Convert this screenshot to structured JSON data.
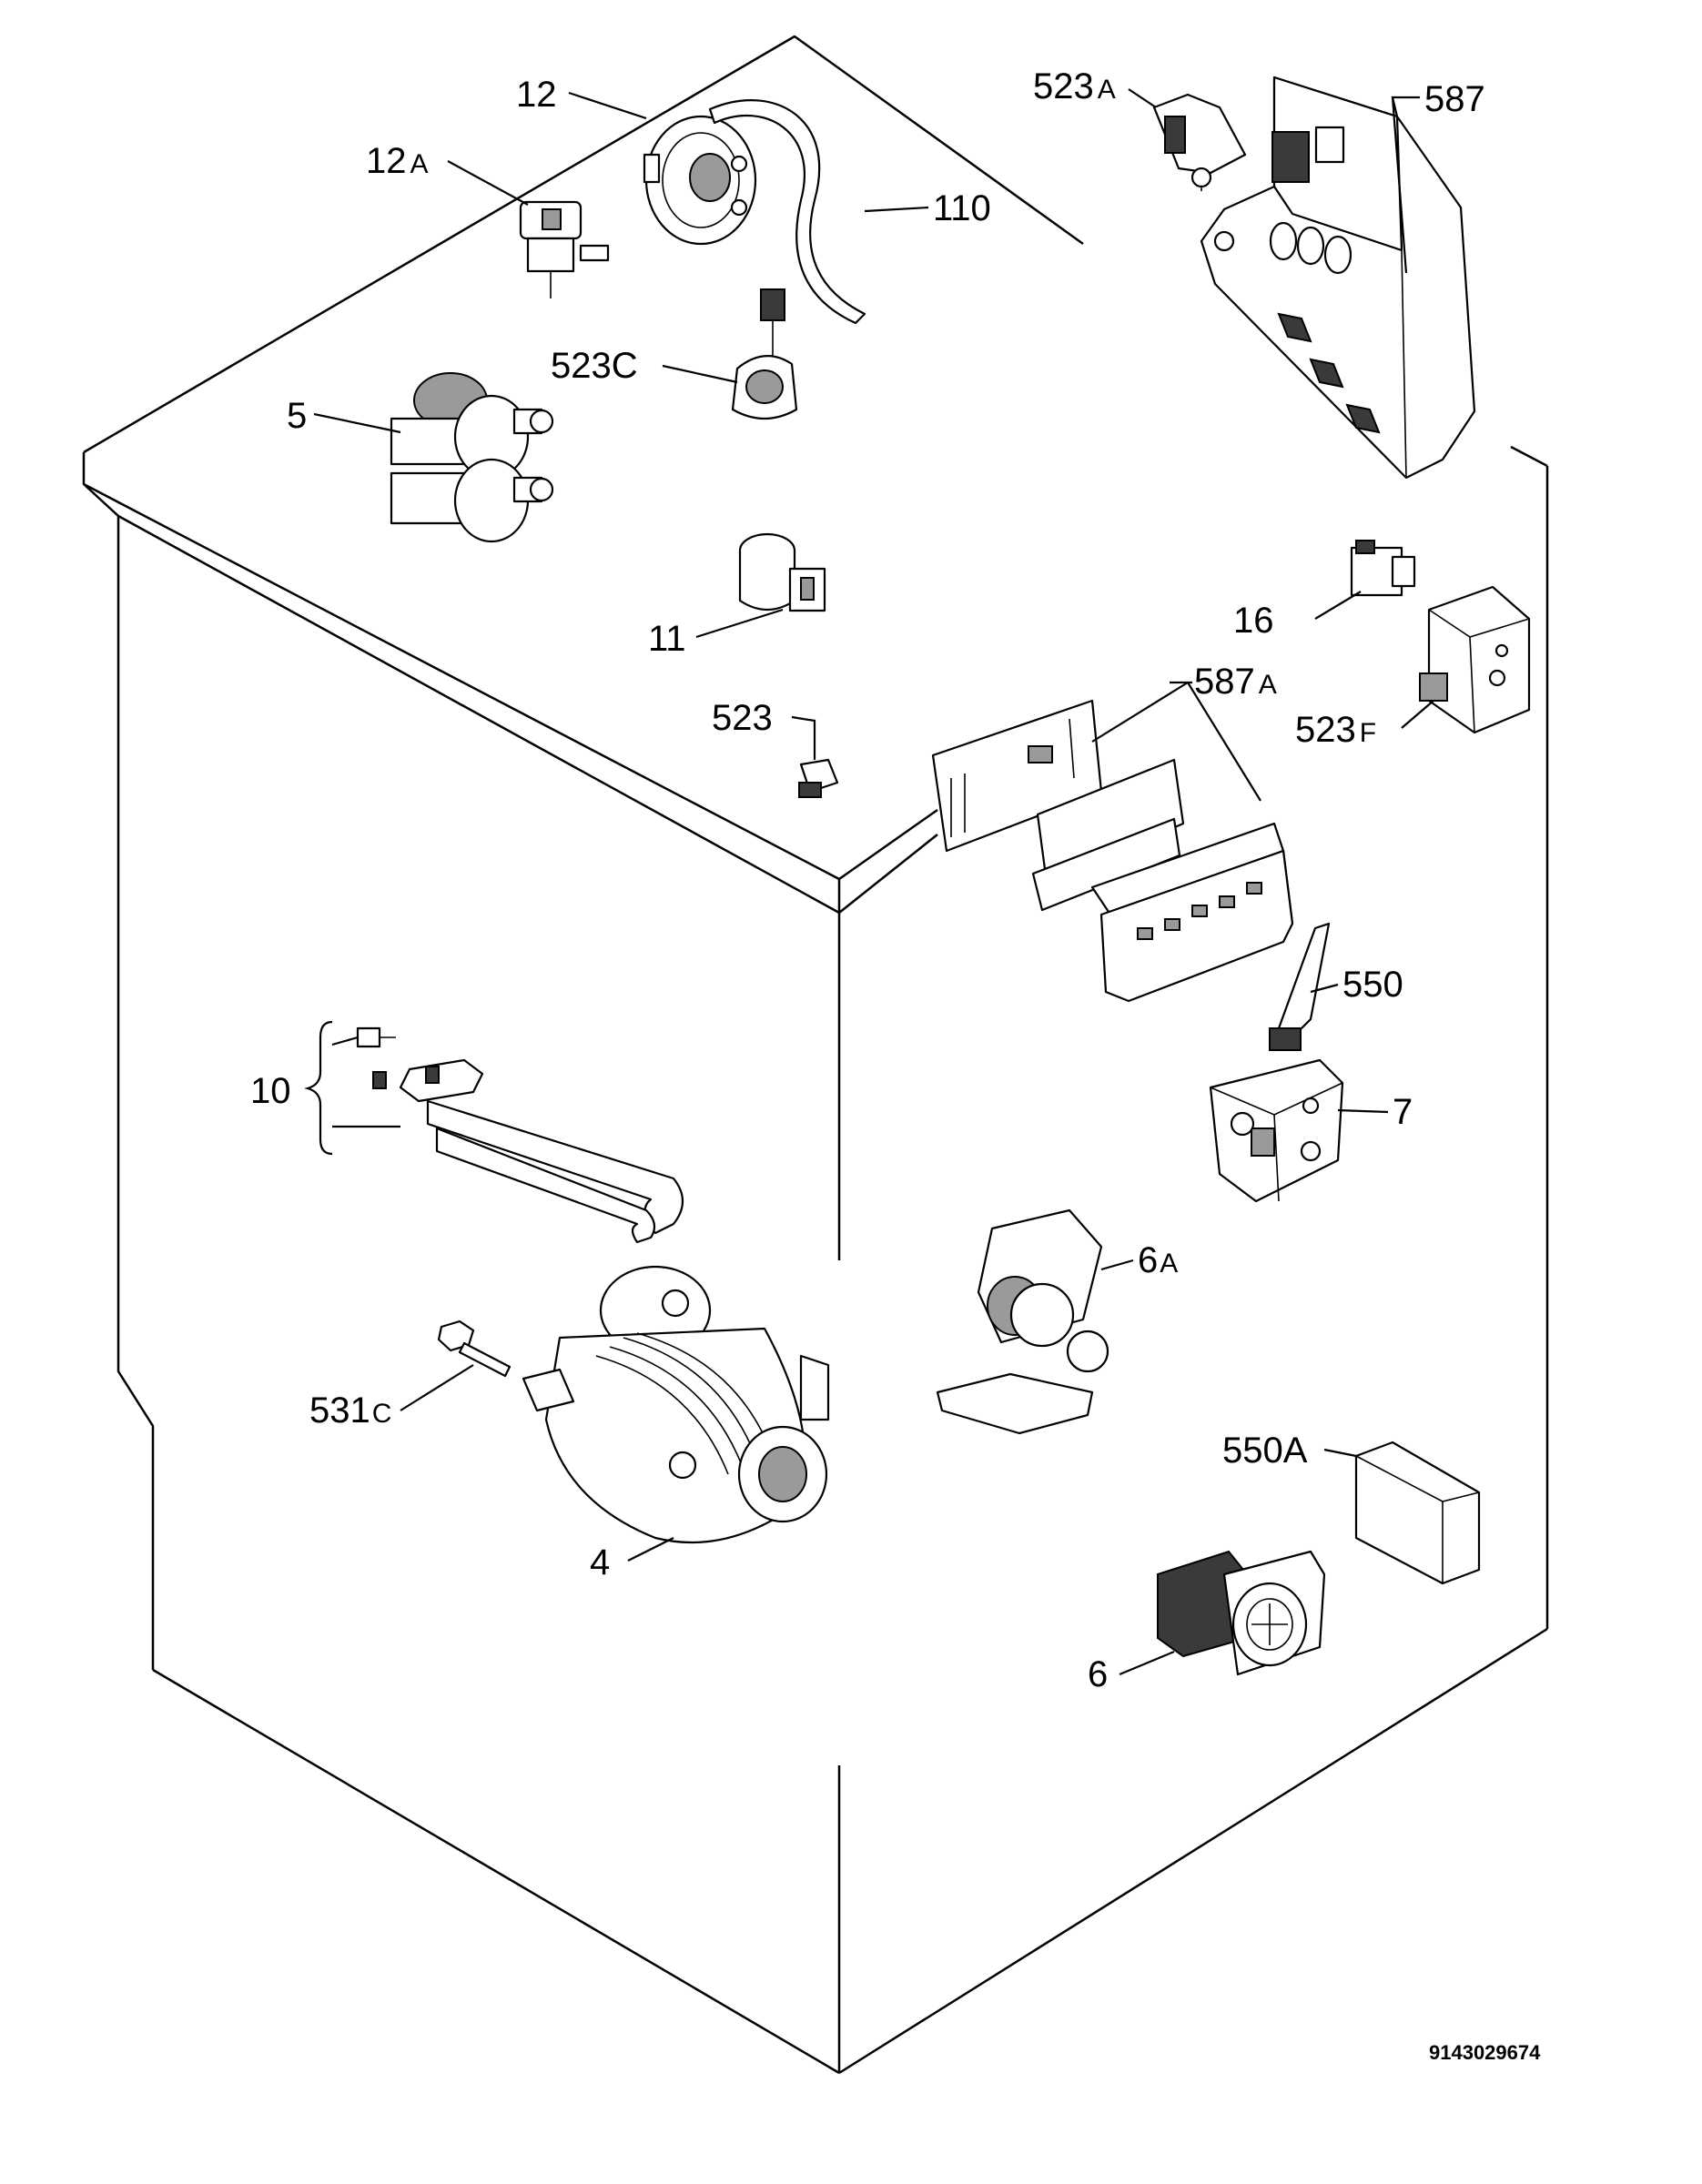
{
  "callouts": [
    {
      "num": "12",
      "suffix": ""
    },
    {
      "num": "12",
      "suffix": "A"
    },
    {
      "num": "110",
      "suffix": ""
    },
    {
      "num": "523",
      "suffix": "A"
    },
    {
      "num": "587",
      "suffix": ""
    },
    {
      "num": "523C",
      "suffix": ""
    },
    {
      "num": "5",
      "suffix": ""
    },
    {
      "num": "11",
      "suffix": ""
    },
    {
      "num": "16",
      "suffix": ""
    },
    {
      "num": "587",
      "suffix": "A"
    },
    {
      "num": "523",
      "suffix": ""
    },
    {
      "num": "523",
      "suffix": "F"
    },
    {
      "num": "550",
      "suffix": ""
    },
    {
      "num": "10",
      "suffix": ""
    },
    {
      "num": "7",
      "suffix": ""
    },
    {
      "num": "6",
      "suffix": "A"
    },
    {
      "num": "531",
      "suffix": "C"
    },
    {
      "num": "550A",
      "suffix": ""
    },
    {
      "num": "4",
      "suffix": ""
    },
    {
      "num": "6",
      "suffix": ""
    }
  ],
  "drawing_number": "9143029674"
}
